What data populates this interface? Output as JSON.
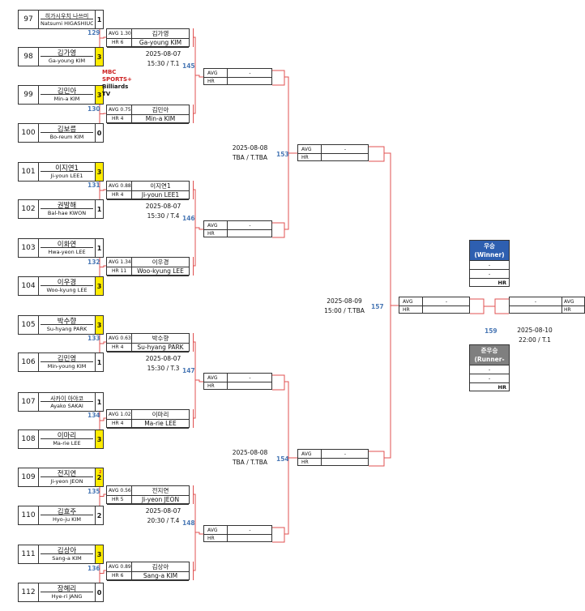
{
  "players": [
    {
      "seed": "97",
      "kr": "히가시우치 나쓰미",
      "en": "Natsumi HIGASHIUCHI",
      "score": "1",
      "win": false
    },
    {
      "seed": "98",
      "kr": "김가영",
      "en": "Ga-young KIM",
      "score": "3",
      "win": true
    },
    {
      "seed": "99",
      "kr": "김민아",
      "en": "Min-a KIM",
      "score": "3",
      "win": true
    },
    {
      "seed": "100",
      "kr": "김보름",
      "en": "Bo-reum KIM",
      "score": "0",
      "win": false
    },
    {
      "seed": "101",
      "kr": "이지연1",
      "en": "Ji-youn LEE1",
      "score": "3",
      "win": true
    },
    {
      "seed": "102",
      "kr": "권발해",
      "en": "Bal-hae KWON",
      "score": "1",
      "win": false
    },
    {
      "seed": "103",
      "kr": "이화연",
      "en": "Hwa-yeon LEE",
      "score": "1",
      "win": false
    },
    {
      "seed": "104",
      "kr": "이우경",
      "en": "Woo-kyung LEE",
      "score": "3",
      "win": true
    },
    {
      "seed": "105",
      "kr": "박수향",
      "en": "Su-hyang PARK",
      "score": "3",
      "win": true
    },
    {
      "seed": "106",
      "kr": "김민영",
      "en": "Min-young KIM",
      "score": "1",
      "win": false
    },
    {
      "seed": "107",
      "kr": "사카이 아야코",
      "en": "Ayako SAKAI",
      "score": "1",
      "win": false
    },
    {
      "seed": "108",
      "kr": "이마리",
      "en": "Ma-rie LEE",
      "score": "3",
      "win": true
    },
    {
      "seed": "109",
      "kr": "전지연",
      "en": "Ji-yeon JEON",
      "score": "2",
      "win": true
    },
    {
      "seed": "110",
      "kr": "김효주",
      "en": "Hyo-ju KIM",
      "score": "2",
      "win": false
    },
    {
      "seed": "111",
      "kr": "김상아",
      "en": "Sang-a KIM",
      "score": "3",
      "win": true
    },
    {
      "seed": "112",
      "kr": "장혜리",
      "en": "Hye-ri JANG",
      "score": "0",
      "win": false
    }
  ],
  "r1_matches": [
    "129",
    "130",
    "131",
    "132",
    "133",
    "134",
    "135",
    "136"
  ],
  "r2": [
    {
      "avg": "AVG 1.300",
      "hr": "HR 6",
      "kr": "김가영",
      "en": "Ga-young KIM"
    },
    {
      "avg": "AVG 0.750",
      "hr": "HR 4",
      "kr": "김민아",
      "en": "Min-a KIM"
    },
    {
      "avg": "AVG 0.886",
      "hr": "HR 4",
      "kr": "이지연1",
      "en": "Ji-youn LEE1"
    },
    {
      "avg": "AVG 1.345",
      "hr": "HR 11",
      "kr": "이우경",
      "en": "Woo-kyung LEE"
    },
    {
      "avg": "AVG 0.631",
      "hr": "HR 4",
      "kr": "박수향",
      "en": "Su-hyang PARK"
    },
    {
      "avg": "AVG 1.027",
      "hr": "HR 4",
      "kr": "이마리",
      "en": "Ma-rie LEE"
    },
    {
      "avg": "AVG 0.563",
      "hr": "HR 5",
      "kr": "전지연",
      "en": "Ji-yeon JEON"
    },
    {
      "avg": "AVG 0.892",
      "hr": "HR 6",
      "kr": "김상아",
      "en": "Sang-a KIM"
    }
  ],
  "qf": [
    {
      "no": "145",
      "date": "2025-08-07",
      "time": "15:30 / T.1"
    },
    {
      "no": "146",
      "date": "2025-08-07",
      "time": "15:30 / T.4"
    },
    {
      "no": "147",
      "date": "2025-08-07",
      "time": "15:30 / T.3"
    },
    {
      "no": "148",
      "date": "2025-08-07",
      "time": "20:30 / T.4"
    }
  ],
  "sf": [
    {
      "no": "153",
      "date": "2025-08-08",
      "time": "TBA / T.TBA"
    },
    {
      "no": "154",
      "date": "2025-08-08",
      "time": "TBA / T.TBA"
    }
  ],
  "final": {
    "no": "157",
    "date": "2025-08-09",
    "time": "15:00 / T.TBA"
  },
  "final2": {
    "no": "159",
    "date": "2025-08-10",
    "time": "22:00 / T.1"
  },
  "labels": {
    "avg": "AVG",
    "hr": "HR",
    "dash": "-",
    "small_mark": "2"
  },
  "winner": {
    "title_kr": "우승",
    "title_en": "(Winner)",
    "name_kr": "-",
    "name_en": "-",
    "hr": "HR",
    "color": "#2e5fb0"
  },
  "runnerup": {
    "title_kr": "준우승",
    "title_en": "(Runner-up)",
    "name_kr": "-",
    "name_en": "-",
    "hr": "HR",
    "color": "#7f7f7f"
  },
  "logo": {
    "line1": "MBC SPORTS+",
    "line2": "Billiards TV"
  },
  "colors": {
    "line": "#e05050",
    "win_fill": "#ffec00",
    "match_no": "#4a78b5"
  }
}
